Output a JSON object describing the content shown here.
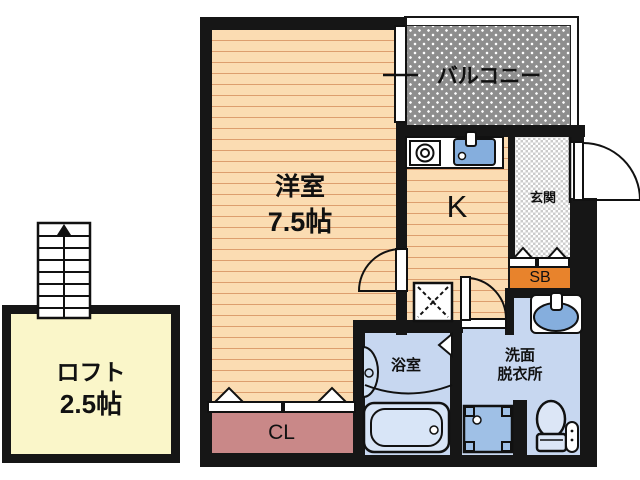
{
  "floorplan": {
    "rooms": {
      "balcony": {
        "label": "バルコニー"
      },
      "main_room": {
        "name": "洋室",
        "size": "7.5帖"
      },
      "kitchen": {
        "label": "K"
      },
      "entrance": {
        "label": "玄関"
      },
      "shoe_box": {
        "label": "SB"
      },
      "bathroom": {
        "label": "浴室"
      },
      "washroom": {
        "label_line1": "洗面",
        "label_line2": "脱衣所"
      },
      "closet": {
        "label": "CL"
      },
      "loft": {
        "name": "ロフト",
        "size": "2.5帖"
      }
    },
    "colors": {
      "wall": "#161616",
      "wood_floor": "#fbdcb2",
      "wood_plank_line": "#dd9e6e",
      "balcony_gray": "#8e8e8e",
      "entrance_checker_gray": "#cccccc",
      "shoe_box_orange": "#e8832c",
      "wet_room_blue": "#c7d7f0",
      "fixture_blue": "#85aedd",
      "washer_blue": "#9fc0e6",
      "bathtub_blue": "#d8e5f7",
      "closet_pink": "#c98888",
      "loft_yellow": "#faf6c9"
    }
  }
}
